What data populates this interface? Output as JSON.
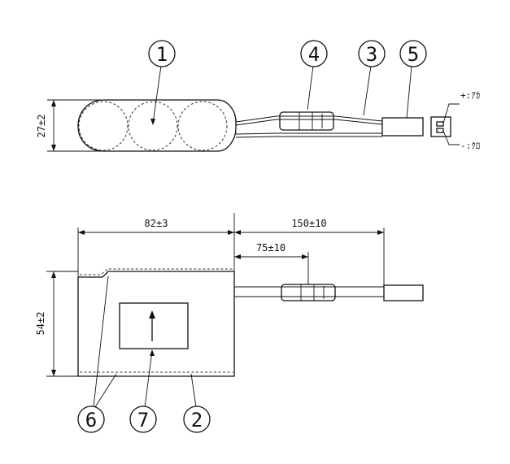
{
  "labels": {
    "callout_1": "1",
    "callout_2": "2",
    "callout_3": "3",
    "callout_4": "4",
    "callout_5": "5",
    "callout_6": "6",
    "callout_7": "7"
  },
  "dimensions": {
    "height_side": "27±2",
    "width_front": "54±2",
    "length_body": "82±3",
    "length_lead": "150±10",
    "length_fuse": "75±10"
  },
  "polarity": {
    "positive": "+:ｱｶ",
    "negative": "-:ｸﾛ"
  },
  "colors": {
    "line": "#111111",
    "background": "#ffffff"
  }
}
